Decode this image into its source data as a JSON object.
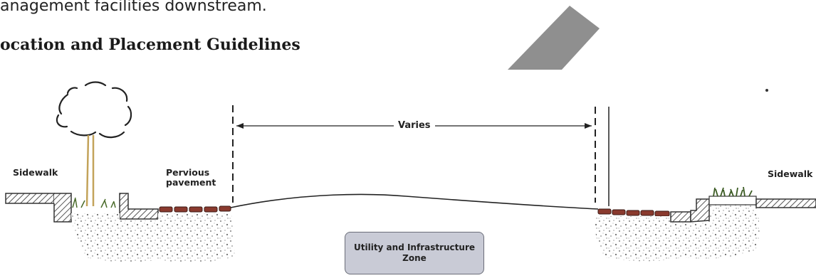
{
  "page": {
    "intro_fragment": "anagement facilities downstream.",
    "section_heading": "ocation and Placement Guidelines"
  },
  "diagram": {
    "label_sidewalk_left": "Sidewalk",
    "label_pervious_line1": "Pervious",
    "label_pervious_line2": "pavement",
    "label_varies": "Varies",
    "label_sidewalk_right": "Sidewalk",
    "zone_line1": "Utility and Infrastructure",
    "zone_line2": "Zone"
  },
  "colors": {
    "zone_fill": "#c9cbd6",
    "paver": "#8a3a2e",
    "arrow_shape": "#8f8f8f"
  }
}
